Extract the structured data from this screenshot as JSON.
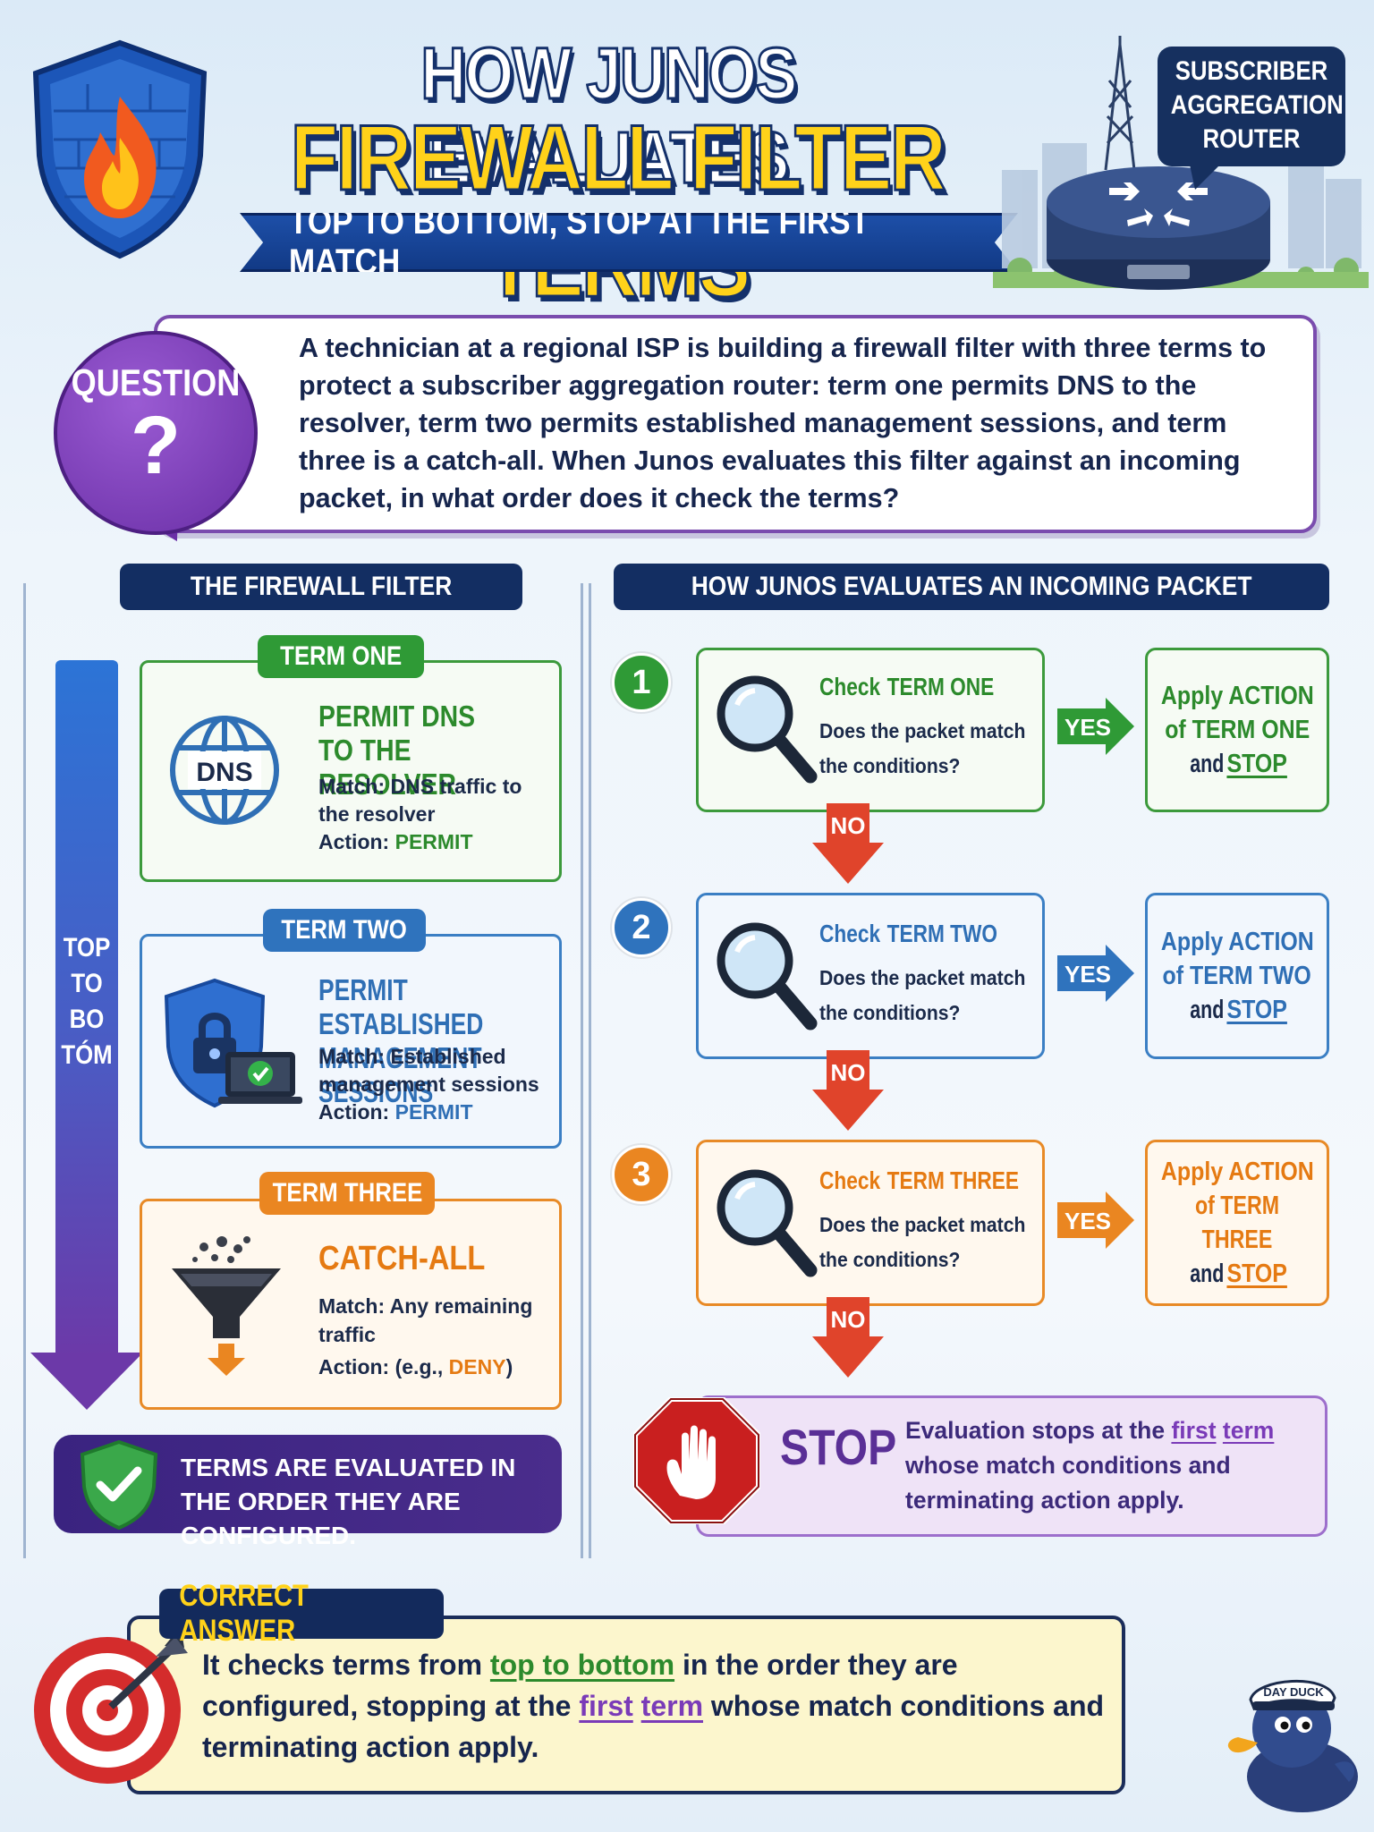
{
  "header": {
    "title_line1": "HOW JUNOS EVALUATES",
    "title_line2": "FIREWALL FILTER TERMS",
    "subtitle": "TOP TO BOTTOM, STOP AT THE FIRST MATCH",
    "router_label": [
      "SUBSCRIBER",
      "AGGREGATION",
      "ROUTER"
    ]
  },
  "question": {
    "label": "QUESTION",
    "mark": "?",
    "text": "A technician at a regional ISP is building a firewall filter with three terms to protect a subscriber aggregation router: term one permits DNS to the resolver, term two permits established management sessions, and term three is a catch-all. When Junos evaluates this filter against an incoming packet, in what order does it check the terms?"
  },
  "filter": {
    "heading": "THE FIREWALL FILTER",
    "arrow_label": [
      "TOP",
      "TO",
      "BO",
      "TÓM"
    ],
    "terms": [
      {
        "tag": "TERM ONE",
        "icon_text": "DNS",
        "title_lines": [
          "PERMIT DNS",
          "TO THE RESOLVER"
        ],
        "match_lines": [
          "Match: DNS traffic to",
          "the resolver"
        ],
        "action_prefix": "Action: ",
        "action": "PERMIT"
      },
      {
        "tag": "TERM TWO",
        "title_lines": [
          "PERMIT ESTABLISHED",
          "MANAGEMENT SESSIONS"
        ],
        "match_lines": [
          "Match: Established",
          "management sessions"
        ],
        "action_prefix": "Action: ",
        "action": "PERMIT"
      },
      {
        "tag": "TERM THREE",
        "title_lines": [
          "CATCH-ALL"
        ],
        "match_lines": [
          "Match: Any remaining",
          "traffic"
        ],
        "action_prefix": "Action: (e.g., ",
        "action": "DENY",
        "action_suffix": ")"
      }
    ],
    "note": "TERMS ARE EVALUATED IN THE ORDER THEY ARE CONFIGURED."
  },
  "flow": {
    "heading": "HOW JUNOS EVALUATES AN INCOMING PACKET",
    "steps": [
      {
        "number": "1",
        "check_prefix": "Check ",
        "check_term": "TERM ONE",
        "question_lines": [
          "Does the packet match",
          "the conditions?"
        ],
        "yes": "YES",
        "no": "NO",
        "apply_line1": "Apply ACTION",
        "apply_line2": "of TERM ONE",
        "apply_and": "and ",
        "apply_stop": "STOP"
      },
      {
        "number": "2",
        "check_prefix": "Check ",
        "check_term": "TERM TWO",
        "question_lines": [
          "Does the packet match",
          "the conditions?"
        ],
        "yes": "YES",
        "no": "NO",
        "apply_line1": "Apply ACTION",
        "apply_line2": "of TERM TWO",
        "apply_and": "and ",
        "apply_stop": "STOP"
      },
      {
        "number": "3",
        "check_prefix": "Check ",
        "check_term": "TERM THREE",
        "question_lines": [
          "Does the packet match",
          "the conditions?"
        ],
        "yes": "YES",
        "no": "NO",
        "apply_line1": "Apply ACTION",
        "apply_line2": "of TERM THREE",
        "apply_and": "and ",
        "apply_stop": "STOP"
      }
    ],
    "stop": {
      "word": "STOP",
      "text_a": "Evaluation stops at the ",
      "first": "first",
      "term": "term",
      "text_b": " whose match conditions and terminating action apply."
    }
  },
  "answer": {
    "tag": "CORRECT ANSWER",
    "part1": "It checks terms from ",
    "top_to_bottom": "top to bottom",
    "part2": " in the order they are configured, stopping at the ",
    "first": "first",
    "term": "term",
    "part3": " whose match conditions and terminating action apply."
  },
  "mascot_cap": "DAY DUCK",
  "colors": {
    "navy": "#132e62",
    "green": "#2f9a36",
    "blue": "#2f73bd",
    "orange": "#ea8621",
    "purple": "#6a2fa6",
    "yellow": "#ffd21a"
  }
}
